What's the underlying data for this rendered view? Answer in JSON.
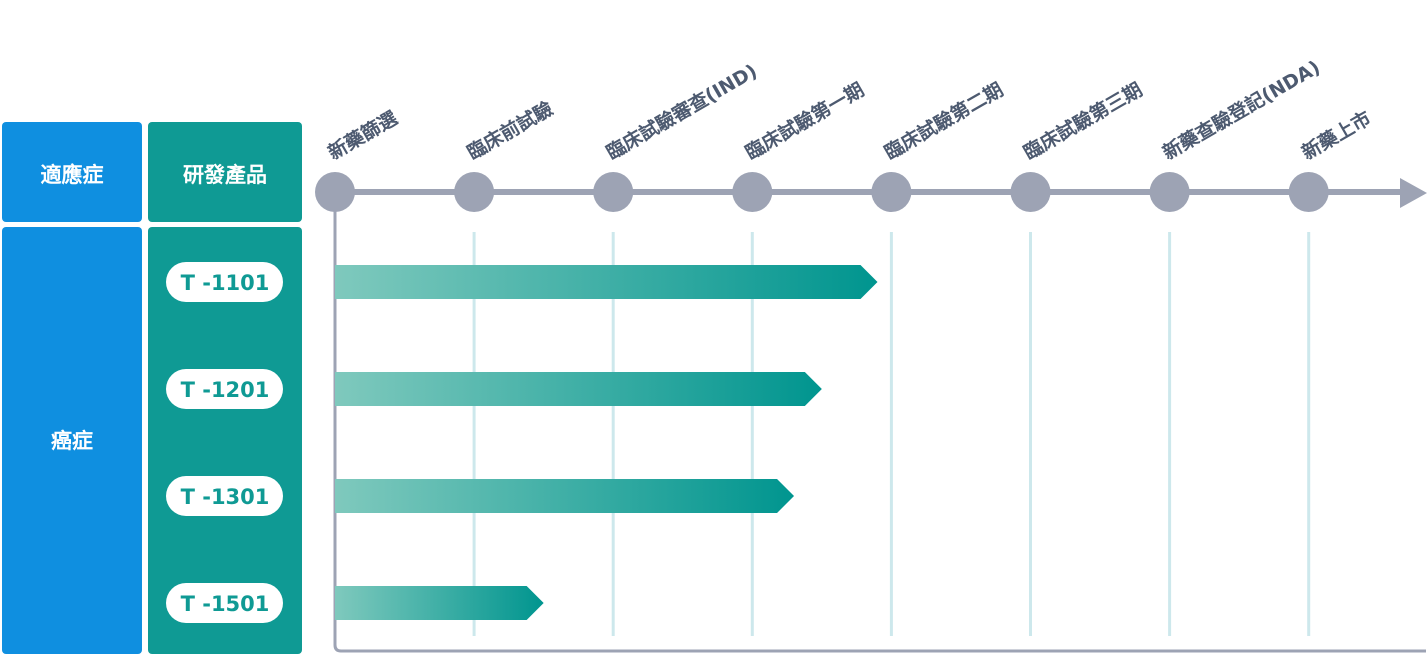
{
  "table": {
    "header_indication": "適應症",
    "header_product": "研發產品",
    "indication": "癌症"
  },
  "colors": {
    "indication_blue": "#0f8fe0",
    "product_teal": "#0f9a94",
    "axis_gray": "#9da3b4",
    "grid_light": "#cde8ec",
    "bar_start": "#7fc9bd",
    "bar_end": "#00958f",
    "stage_text": "#4d5a70"
  },
  "chart_data": {
    "type": "bar",
    "orientation": "horizontal",
    "stages": [
      "新藥篩選",
      "臨床前試驗",
      "臨床試驗審查(IND)",
      "臨床試驗第一期",
      "臨床試驗第二期",
      "臨床試驗第三期",
      "新藥查驗登記(NDA)",
      "新藥上市"
    ],
    "categories": [
      "T -1101",
      "T -1201",
      "T -1301",
      "T -1501"
    ],
    "values": [
      3.9,
      3.5,
      3.3,
      1.5
    ],
    "xlim": [
      0,
      7
    ],
    "grid": true
  }
}
